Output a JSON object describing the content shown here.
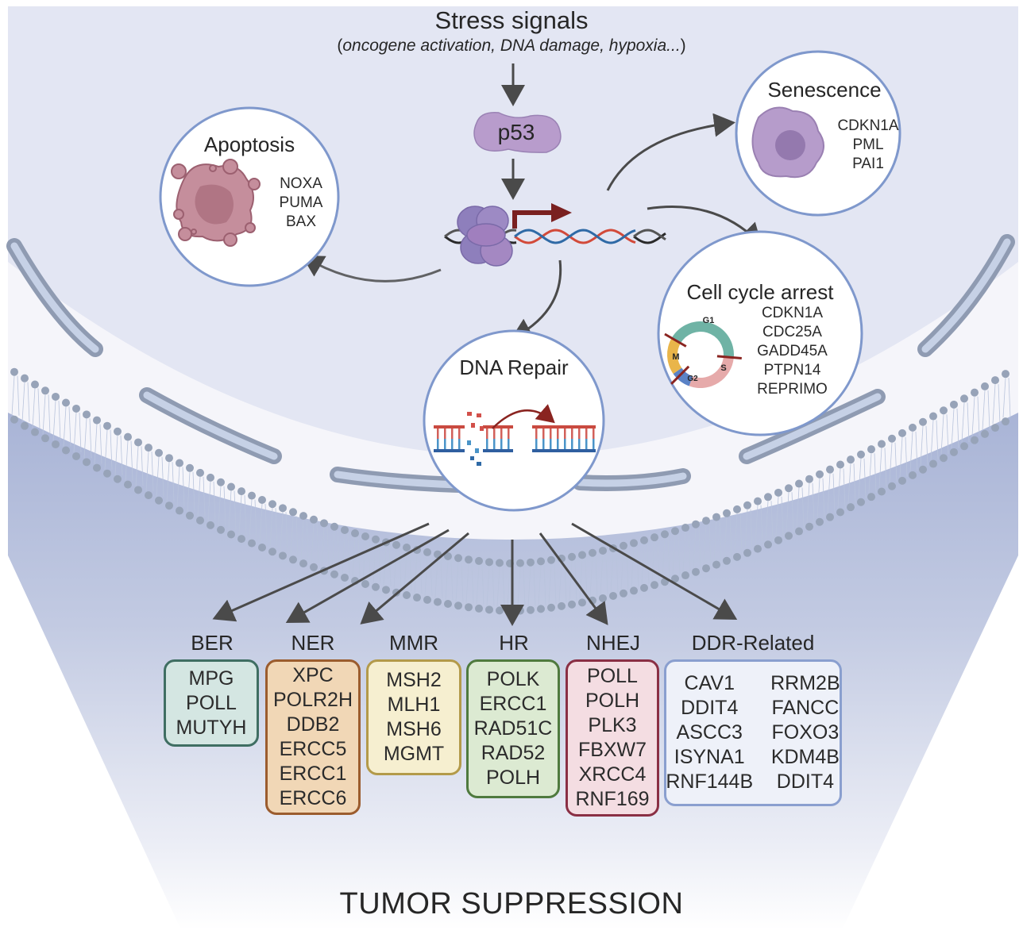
{
  "header": {
    "title": "Stress signals",
    "subtitle_open": "(",
    "subtitle_italic": "oncogene activation, DNA damage, hypoxia...",
    "subtitle_close": ")"
  },
  "center": {
    "protein_label": "p53"
  },
  "outcomes": {
    "apoptosis": {
      "title": "Apoptosis",
      "genes": [
        "NOXA",
        "PUMA",
        "BAX"
      ]
    },
    "senescence": {
      "title": "Senescence",
      "genes": [
        "CDKN1A",
        "PML",
        "PAI1"
      ]
    },
    "cell_cycle_arrest": {
      "title": "Cell cycle arrest",
      "genes": [
        "CDKN1A",
        "CDC25A",
        "GADD45A",
        "PTPN14",
        "REPRIMO"
      ],
      "phases": [
        "G1",
        "S",
        "G2",
        "M"
      ]
    },
    "dna_repair": {
      "title": "DNA Repair"
    }
  },
  "pathways": [
    {
      "label": "BER",
      "genes": [
        "MPG",
        "POLL",
        "MUTYH"
      ],
      "border": "#3f6e62",
      "fill": "#d4e6e2"
    },
    {
      "label": "NER",
      "genes": [
        "XPC",
        "POLR2H",
        "DDB2",
        "ERCC5",
        "ERCC1",
        "ERCC6"
      ],
      "border": "#9b5c2e",
      "fill": "#f1d7b6"
    },
    {
      "label": "MMR",
      "genes": [
        "MSH2",
        "MLH1",
        "MSH6",
        "MGMT"
      ],
      "border": "#b39a4a",
      "fill": "#f6efd0"
    },
    {
      "label": "HR",
      "genes": [
        "POLK",
        "ERCC1",
        "RAD51C",
        "RAD52",
        "POLH"
      ],
      "border": "#4f7a3e",
      "fill": "#dcead2"
    },
    {
      "label": "NHEJ",
      "genes": [
        "POLL",
        "POLH",
        "PLK3",
        "FBXW7",
        "XRCC4",
        "RNF169"
      ],
      "border": "#8a2f44",
      "fill": "#f4dde2"
    },
    {
      "label": "DDR-Related",
      "genes": [
        "CAV1",
        "RRM2B",
        "DDIT4",
        "FANCC",
        "ASCC3",
        "FOXO3",
        "ISYNA1",
        "KDM4B",
        "RNF144B",
        "DDIT4"
      ],
      "border": "#8a9fcf",
      "fill": "#eef1f9"
    }
  ],
  "footer": {
    "label": "TUMOR SUPPRESSION"
  },
  "colors": {
    "nucleus_bg": "#e3e6f3",
    "membrane_dot": "#97a3b8",
    "circle_border": "#7f98cc",
    "arrow": "#4a4a4a",
    "promoter_arrow": "#7a2020",
    "p53_fill": "#b89ccc",
    "dna_red": "#d24a3a",
    "dna_blue": "#2f6aa6"
  }
}
